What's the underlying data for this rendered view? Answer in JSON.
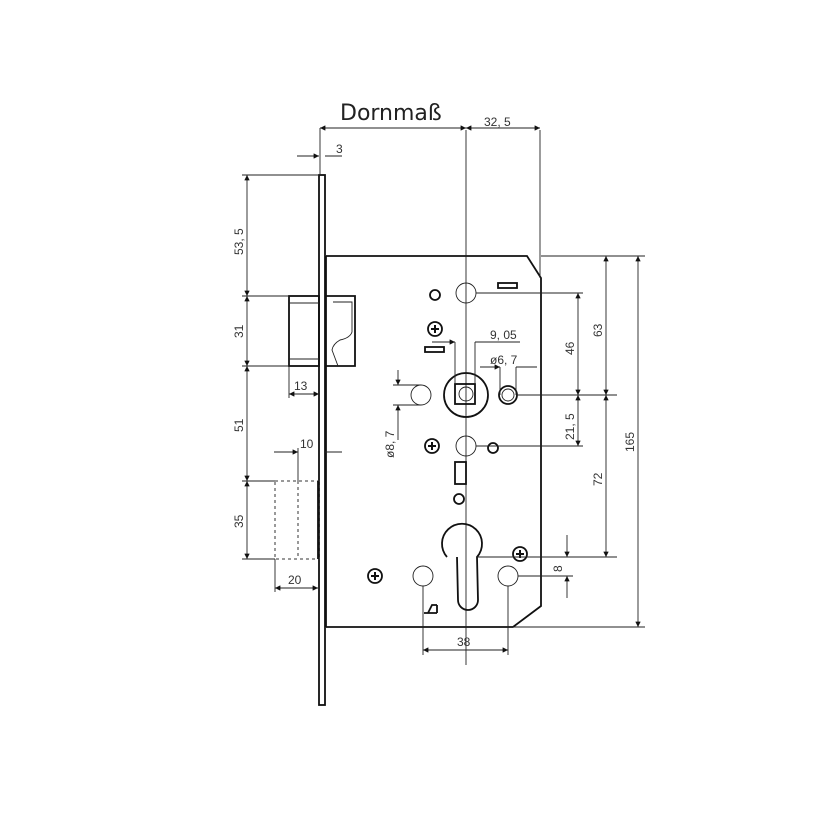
{
  "drawing": {
    "title": "Dornmaß",
    "subject": "Mortise lock technical drawing",
    "dimensions": {
      "backset_right": "32, 5",
      "faceplate_thickness": "3",
      "top_to_latch": "53, 5",
      "latch_height": "31",
      "latch_projection": "13",
      "latch_to_bolt": "51",
      "bolt_projection_offset": "10",
      "bolt_height": "35",
      "bolt_throw": "20",
      "hub_square": "9, 05",
      "hole_dia_right": "ø6, 7",
      "hole_dia_left": "ø8, 7",
      "top_to_hub_a": "46",
      "top_to_hub_b": "63",
      "hub_offset": "21, 5",
      "hub_to_cylinder": "72",
      "case_height": "165",
      "cylinder_offset": "8",
      "cylinder_hole_spacing": "38"
    }
  }
}
